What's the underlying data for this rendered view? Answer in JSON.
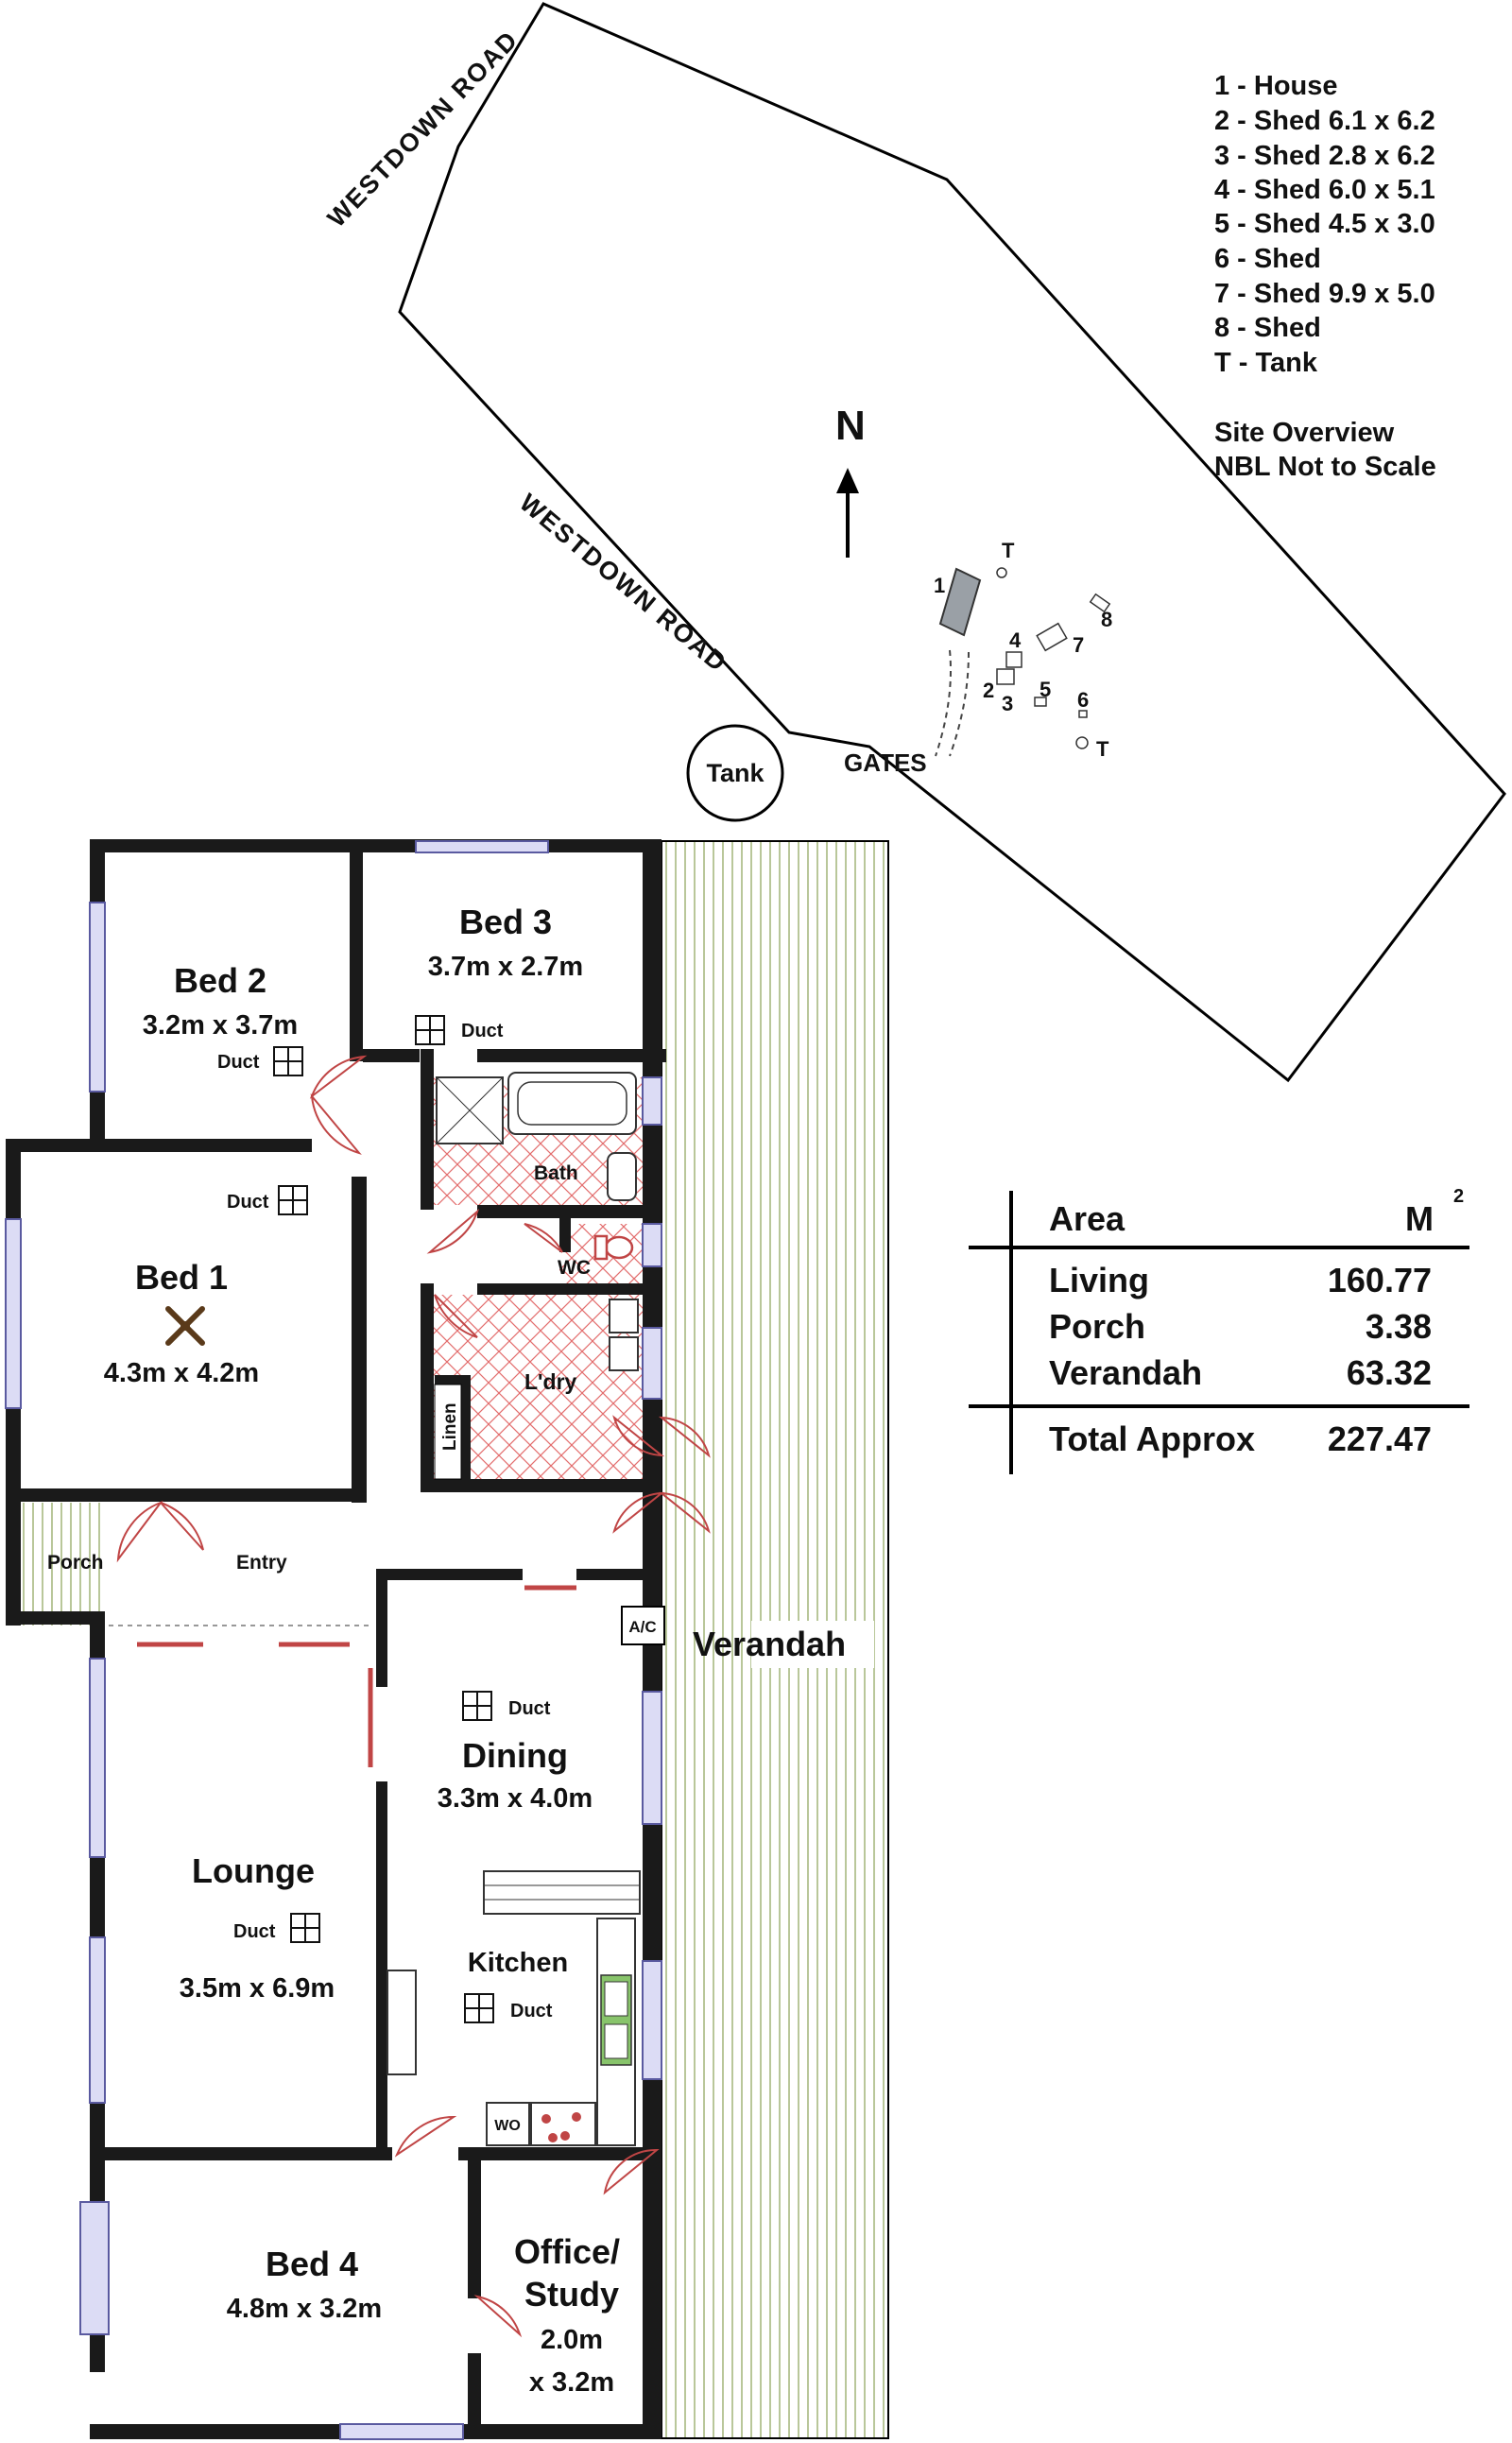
{
  "site": {
    "road_top": "WESTDOWN ROAD",
    "road_bottom": "WESTDOWN ROAD",
    "north": "N",
    "gates": "GATES",
    "tank_circle": "Tank",
    "markers": {
      "house": "1",
      "shed2": "2",
      "shed3": "3",
      "shed4": "4",
      "shed5": "5",
      "shed6": "6",
      "shed7": "7",
      "shed8": "8",
      "tank1": "T",
      "tank2": "T"
    }
  },
  "legend": {
    "items": [
      "1  -  House",
      "2  -  Shed 6.1 x 6.2",
      "3  -  Shed  2.8 x 6.2",
      "4  -  Shed 6.0 x 5.1",
      "5  -  Shed 4.5 x 3.0",
      "6  -  Shed",
      "7  -  Shed 9.9 x 5.0",
      "8  -  Shed",
      "T  -  Tank"
    ],
    "note_1": "Site Overview",
    "note_2": "NBL Not to Scale"
  },
  "area_table": {
    "header_label": "Area",
    "header_unit": "M",
    "header_sup": "2",
    "rows": [
      {
        "label": "Living",
        "value": "160.77"
      },
      {
        "label": "Porch",
        "value": "3.38"
      },
      {
        "label": "Verandah",
        "value": "63.32"
      }
    ],
    "total_label": "Total Approx",
    "total_value": "227.47"
  },
  "rooms": {
    "bed2": {
      "name": "Bed 2",
      "dim": "3.2m x 3.7m"
    },
    "bed3": {
      "name": "Bed 3",
      "dim": "3.7m x 2.7m"
    },
    "bed1": {
      "name": "Bed 1",
      "dim": "4.3m x 4.2m"
    },
    "bath": "Bath",
    "wc": "WC",
    "laundry": "L'dry",
    "linen": "Linen",
    "porch": "Porch",
    "entry": "Entry",
    "ac": "A/C",
    "verandah": "Verandah",
    "dining": {
      "name": "Dining",
      "dim": "3.3m x 4.0m"
    },
    "lounge": {
      "name": "Lounge",
      "dim": "3.5m x 6.9m"
    },
    "kitchen": {
      "name": "Kitchen"
    },
    "wo": "WO",
    "bed4": {
      "name": "Bed 4",
      "dim": "4.8m x 3.2m"
    },
    "office": {
      "name_1": "Office/",
      "name_2": "Study",
      "dim_1": "2.0m",
      "dim_2": "x 3.2m"
    },
    "duct": "Duct"
  }
}
